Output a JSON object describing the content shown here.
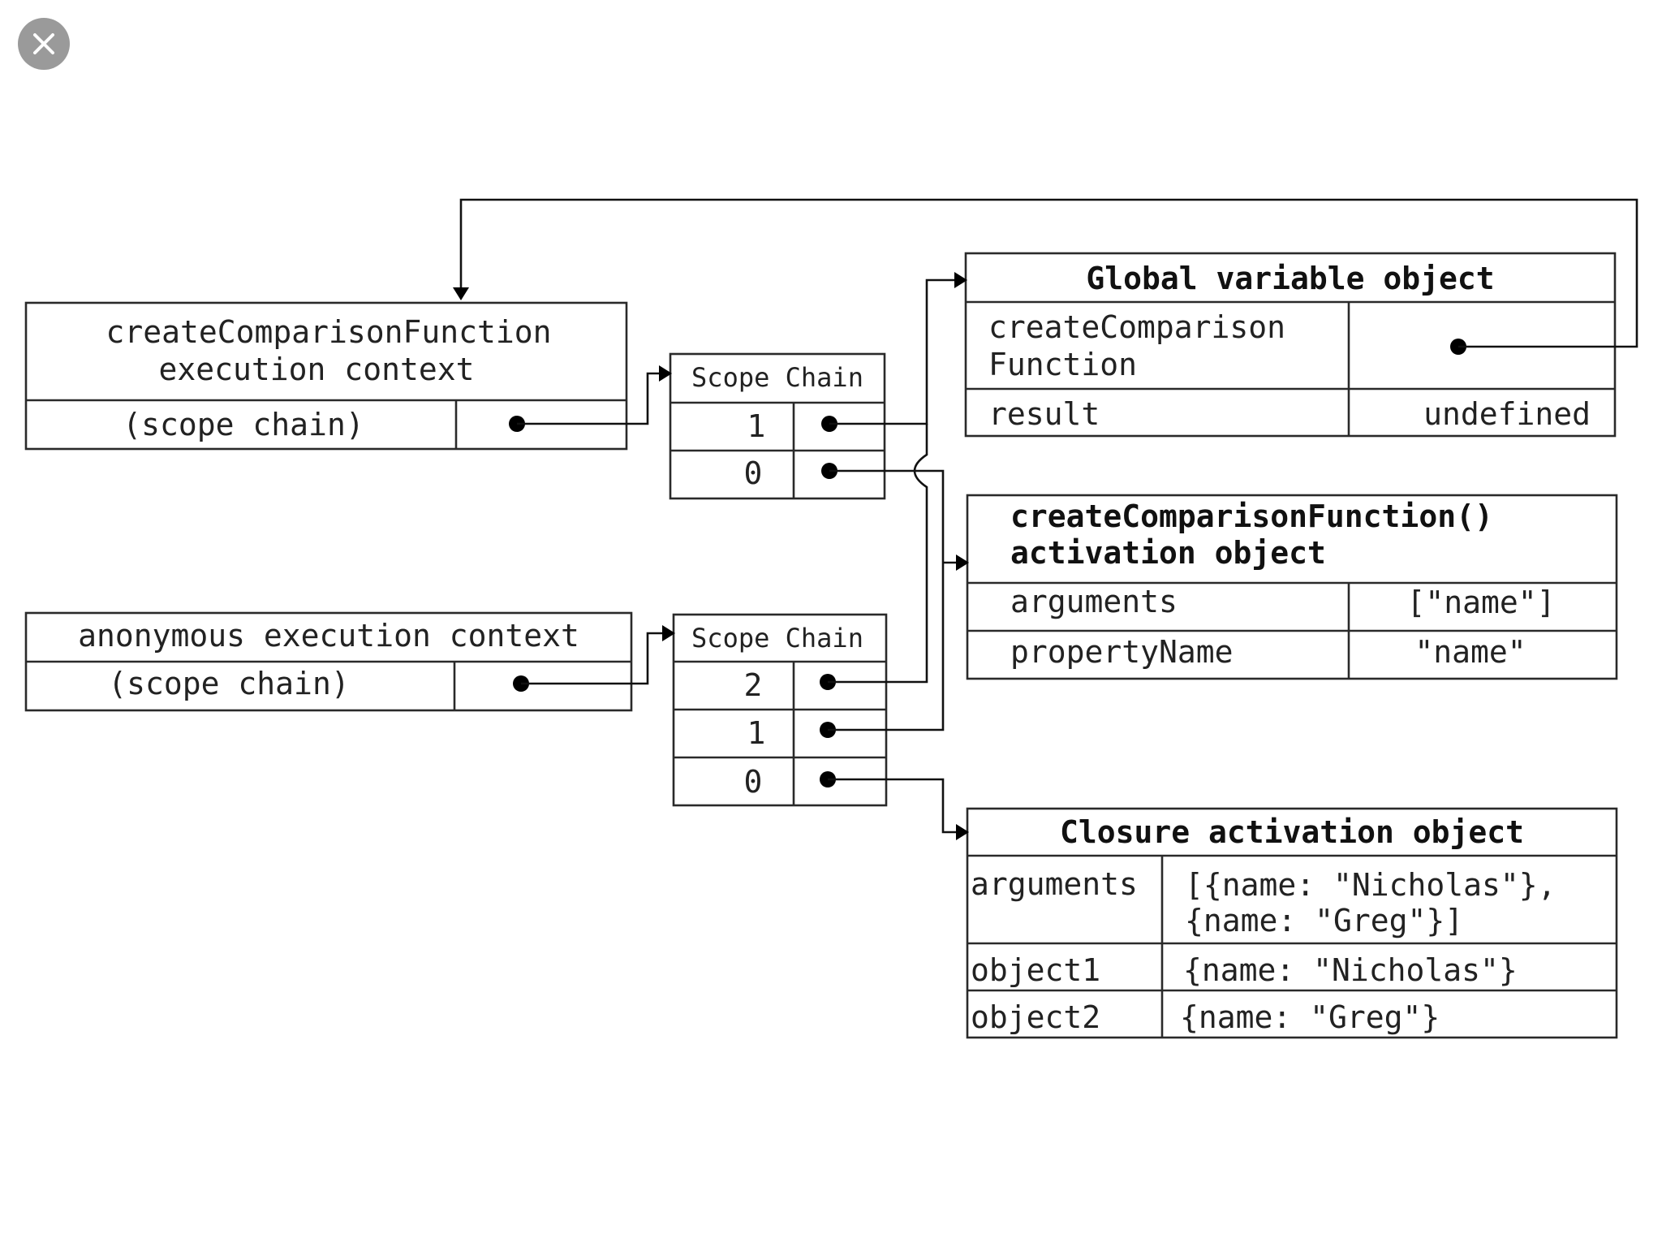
{
  "viewer": {
    "close_icon": "close-icon"
  },
  "diagram": {
    "outer_context": {
      "title_line1": "createComparisonFunction",
      "title_line2": "execution context",
      "scope_label": "(scope chain)"
    },
    "outer_scope_chain": {
      "header": "Scope Chain",
      "indices": [
        "1",
        "0"
      ]
    },
    "anon_context": {
      "title": "anonymous execution context",
      "scope_label": "(scope chain)"
    },
    "anon_scope_chain": {
      "header": "Scope Chain",
      "indices": [
        "2",
        "1",
        "0"
      ]
    },
    "global_object": {
      "title": "Global variable object",
      "rows": [
        {
          "key_line1": "createComparison",
          "key_line2": "Function",
          "value": ""
        },
        {
          "key": "result",
          "value": "undefined"
        }
      ]
    },
    "activation_object": {
      "title_line1": "createComparisonFunction()",
      "title_line2": "activation object",
      "rows": [
        {
          "key": "arguments",
          "value": "[\"name\"]"
        },
        {
          "key": "propertyName",
          "value": "\"name\""
        }
      ]
    },
    "closure_object": {
      "title": "Closure activation object",
      "rows": [
        {
          "key": "arguments",
          "value_line1": "[{name: \"Nicholas\"},",
          "value_line2": "{name: \"Greg\"}]"
        },
        {
          "key": "object1",
          "value": "{name: \"Nicholas\"}"
        },
        {
          "key": "object2",
          "value": "{name: \"Greg\"}"
        }
      ]
    }
  }
}
